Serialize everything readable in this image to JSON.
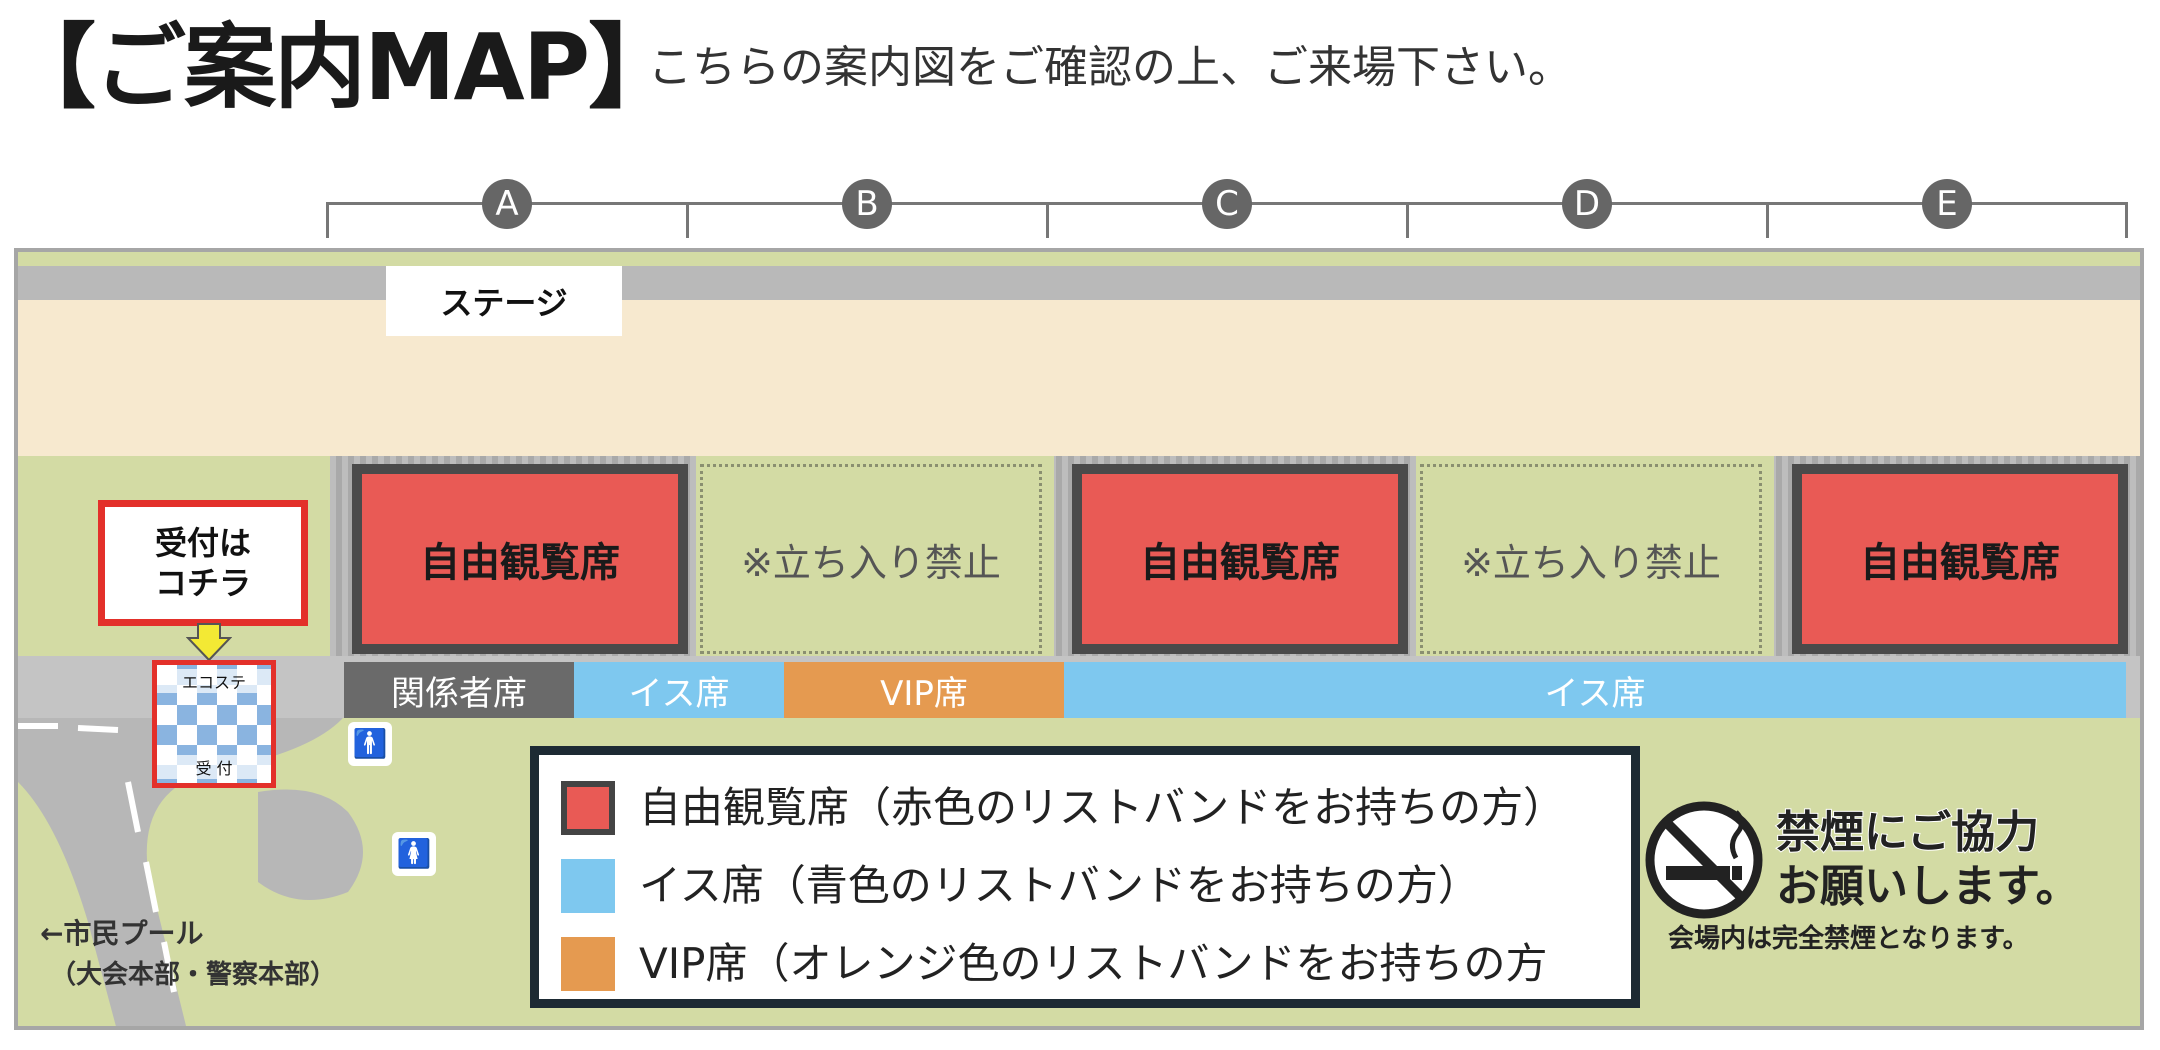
{
  "header": {
    "title": "【ご案内MAP】",
    "subtitle": "こちらの案内図をご確認の上、ご来場下さい。"
  },
  "columns": [
    "A",
    "B",
    "C",
    "D",
    "E"
  ],
  "stage": {
    "label": "ステージ"
  },
  "blocks": [
    {
      "type": "free",
      "label": "自由観覧席"
    },
    {
      "type": "noentry",
      "label": "※立ち入り禁止"
    },
    {
      "type": "free",
      "label": "自由観覧席"
    },
    {
      "type": "noentry",
      "label": "※立ち入り禁止"
    },
    {
      "type": "free",
      "label": "自由観覧席"
    }
  ],
  "seat_row": {
    "staff": "関係者席",
    "chairs_left": "イス席",
    "vip": "VIP席",
    "chairs_right": "イス席"
  },
  "reception": {
    "sign": "受付は\nコチラ",
    "booth_top": "エコステ",
    "booth_bottom": "受 付"
  },
  "directions": {
    "line1": "←市民プール",
    "line2": "（大会本部・警察本部）"
  },
  "legend": {
    "items": [
      {
        "color": "#e95a55",
        "label": "自由観覧席（赤色のリストバンドをお持ちの方）"
      },
      {
        "color": "#7ec8ef",
        "label": "イス席（青色のリストバンドをお持ちの方）"
      },
      {
        "color": "#e59a50",
        "label": "VIP席（オレンジ色のリストバンドをお持ちの方"
      }
    ]
  },
  "no_smoking": {
    "line1": "禁煙にご協力",
    "line2": "お願いします。",
    "line3": "会場内は完全禁煙となります。"
  },
  "colors": {
    "free_seat": "#e95a55",
    "chair_seat": "#7ec8ef",
    "vip_seat": "#e59a50",
    "staff_seat": "#6a6a6a",
    "stage": "#f7e9cf",
    "grass": "#d3dba4",
    "road": "#b7b7b7"
  }
}
